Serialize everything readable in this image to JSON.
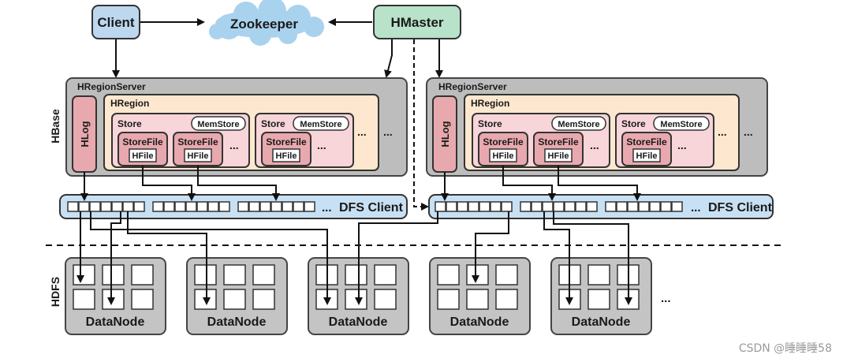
{
  "diagram": {
    "client": "Client",
    "zookeeper": "Zookeeper",
    "hmaster": "HMaster",
    "hbase_label": "HBase",
    "hdfs_label": "HDFS",
    "region_server_label": "HRegionServer",
    "hlog_label": "HLog",
    "hregion_label": "HRegion",
    "store_label": "Store",
    "memstore_label": "MemStore",
    "storefile_label": "StoreFile",
    "hfile_label": "HFile",
    "ellipsis": "...",
    "dfs_client_label": "DFS Client",
    "datanode_label": "DataNode",
    "colors": {
      "client": "#bcd7ee",
      "hmaster": "#b8e2c9",
      "cloud": "#a9d2ee",
      "server": "#bdbdbd",
      "hregion": "#fde8cf",
      "store": "#f7d5d9",
      "hlog": "#e8a9ae",
      "dfs": "#c8e0f3",
      "datanode": "#c4c4c4"
    }
  },
  "watermark": "CSDN @睡睡睡58"
}
